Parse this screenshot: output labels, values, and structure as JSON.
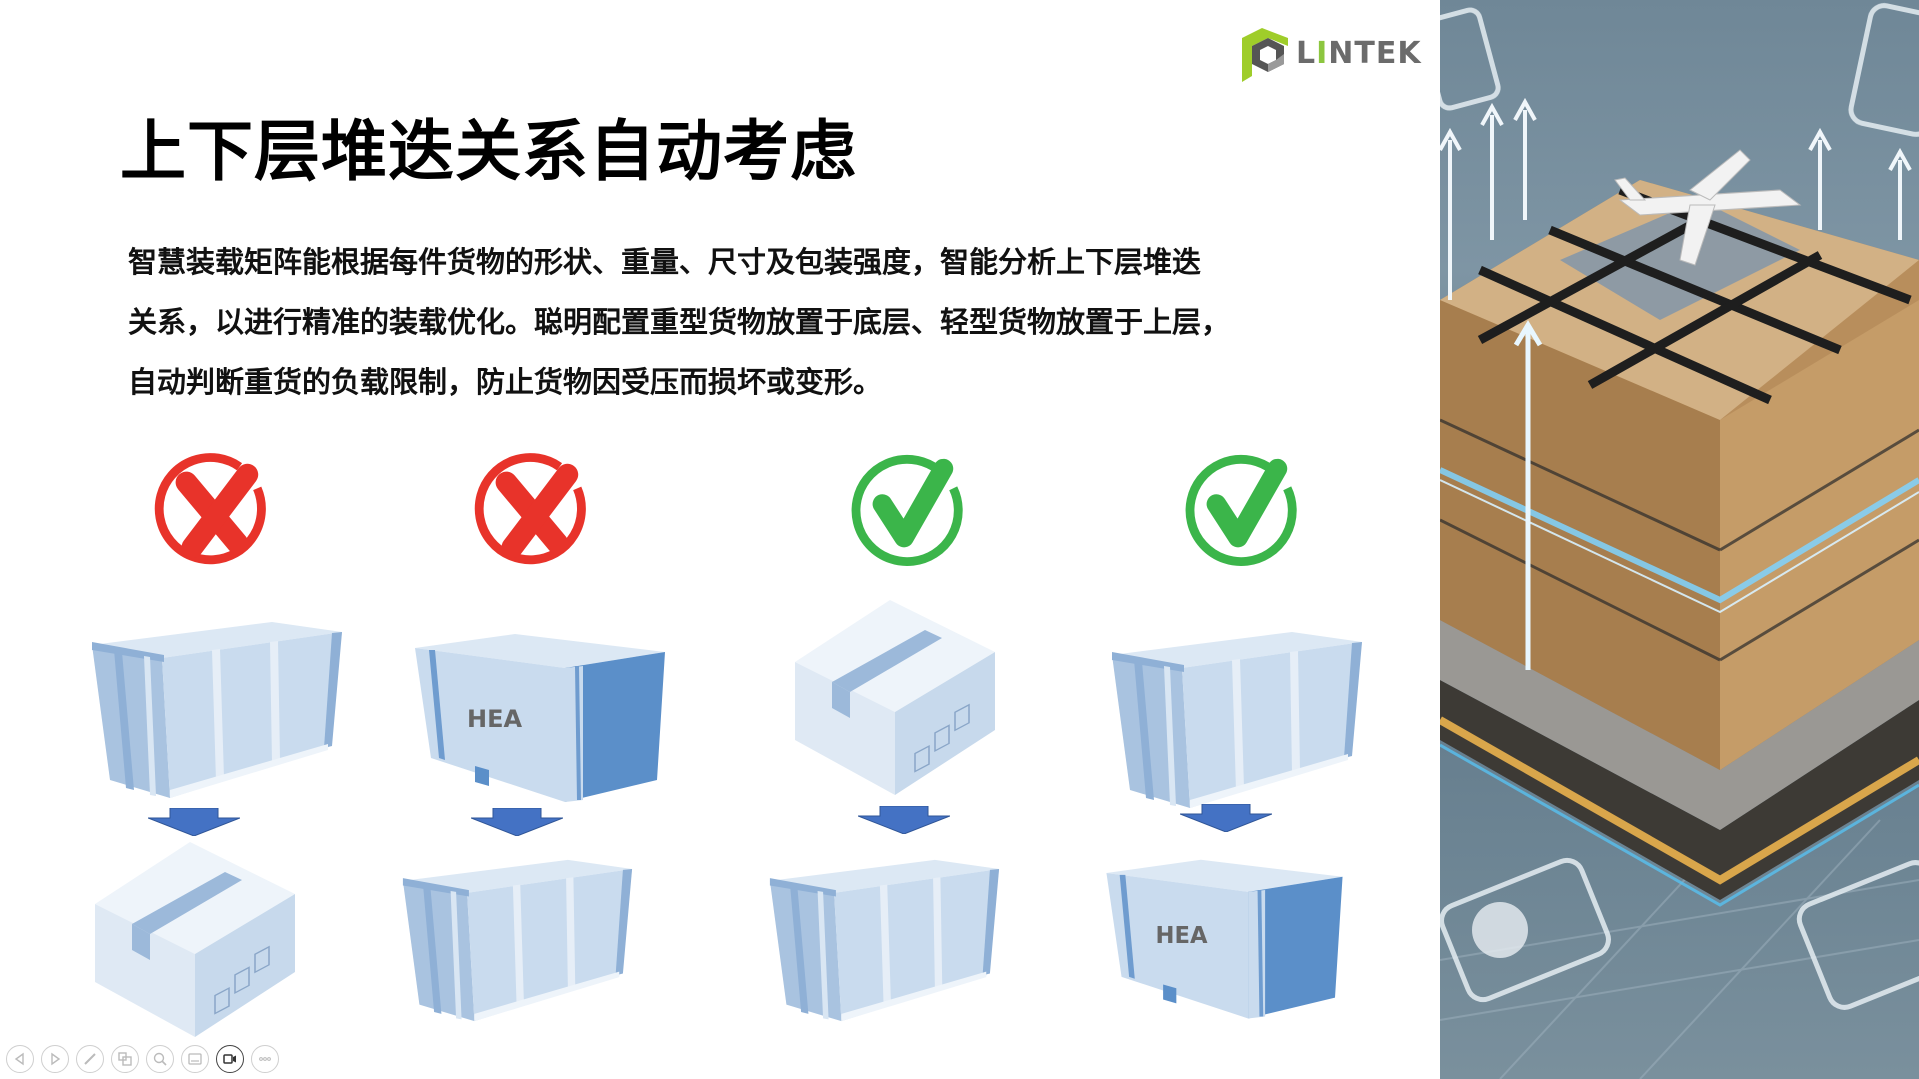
{
  "slide": {
    "title": "上下层堆迭关系自动考虑",
    "paragraph_lines": [
      "智慧装载矩阵能根据每件货物的形状、重量、尺寸及包装强度，智能分析上下层堆迭",
      "关系，以进行精准的装载优化。聪明配置重型货物放置于底层、轻型货物放置于上层，",
      "自动判断重货的负载限制，防止货物因受压而损坏或变形。"
    ],
    "logo": {
      "text_pre": "L",
      "text_accent": "I",
      "text_post": "NTEK",
      "accent_color": "#8cc63f",
      "text_color": "#6b6b6b"
    },
    "examples": [
      {
        "status": "incorrect",
        "status_icon": "x-circle-icon",
        "color": "#e8332a",
        "top": "crate-long",
        "top_label": "",
        "bottom": "carton-box",
        "bottom_label": ""
      },
      {
        "status": "incorrect",
        "status_icon": "x-circle-icon",
        "color": "#e8332a",
        "top": "crate-heavy",
        "top_label": "HEA",
        "bottom": "crate-long",
        "bottom_label": ""
      },
      {
        "status": "correct",
        "status_icon": "check-circle-icon",
        "color": "#3bb54a",
        "top": "carton-box",
        "top_label": "",
        "bottom": "crate-long",
        "bottom_label": ""
      },
      {
        "status": "correct",
        "status_icon": "check-circle-icon",
        "color": "#3bb54a",
        "top": "crate-long",
        "top_label": "",
        "bottom": "crate-heavy",
        "bottom_label": "HEA"
      }
    ],
    "arrow_color": "#4472c4",
    "photo_alt": "stacked cargo boxes on pallet with airplane, isometric illustration"
  },
  "toolbar": {
    "buttons": [
      {
        "name": "previous-slide-button",
        "icon": "triangle-left-icon"
      },
      {
        "name": "next-slide-button",
        "icon": "triangle-right-icon"
      },
      {
        "name": "pen-button",
        "icon": "pen-icon"
      },
      {
        "name": "slides-overview-button",
        "icon": "slides-icon"
      },
      {
        "name": "zoom-button",
        "icon": "magnifier-icon"
      },
      {
        "name": "subtitles-button",
        "icon": "subtitles-icon"
      },
      {
        "name": "camera-button",
        "icon": "video-camera-icon",
        "active": true
      },
      {
        "name": "more-options-button",
        "icon": "ellipsis-icon"
      }
    ]
  }
}
